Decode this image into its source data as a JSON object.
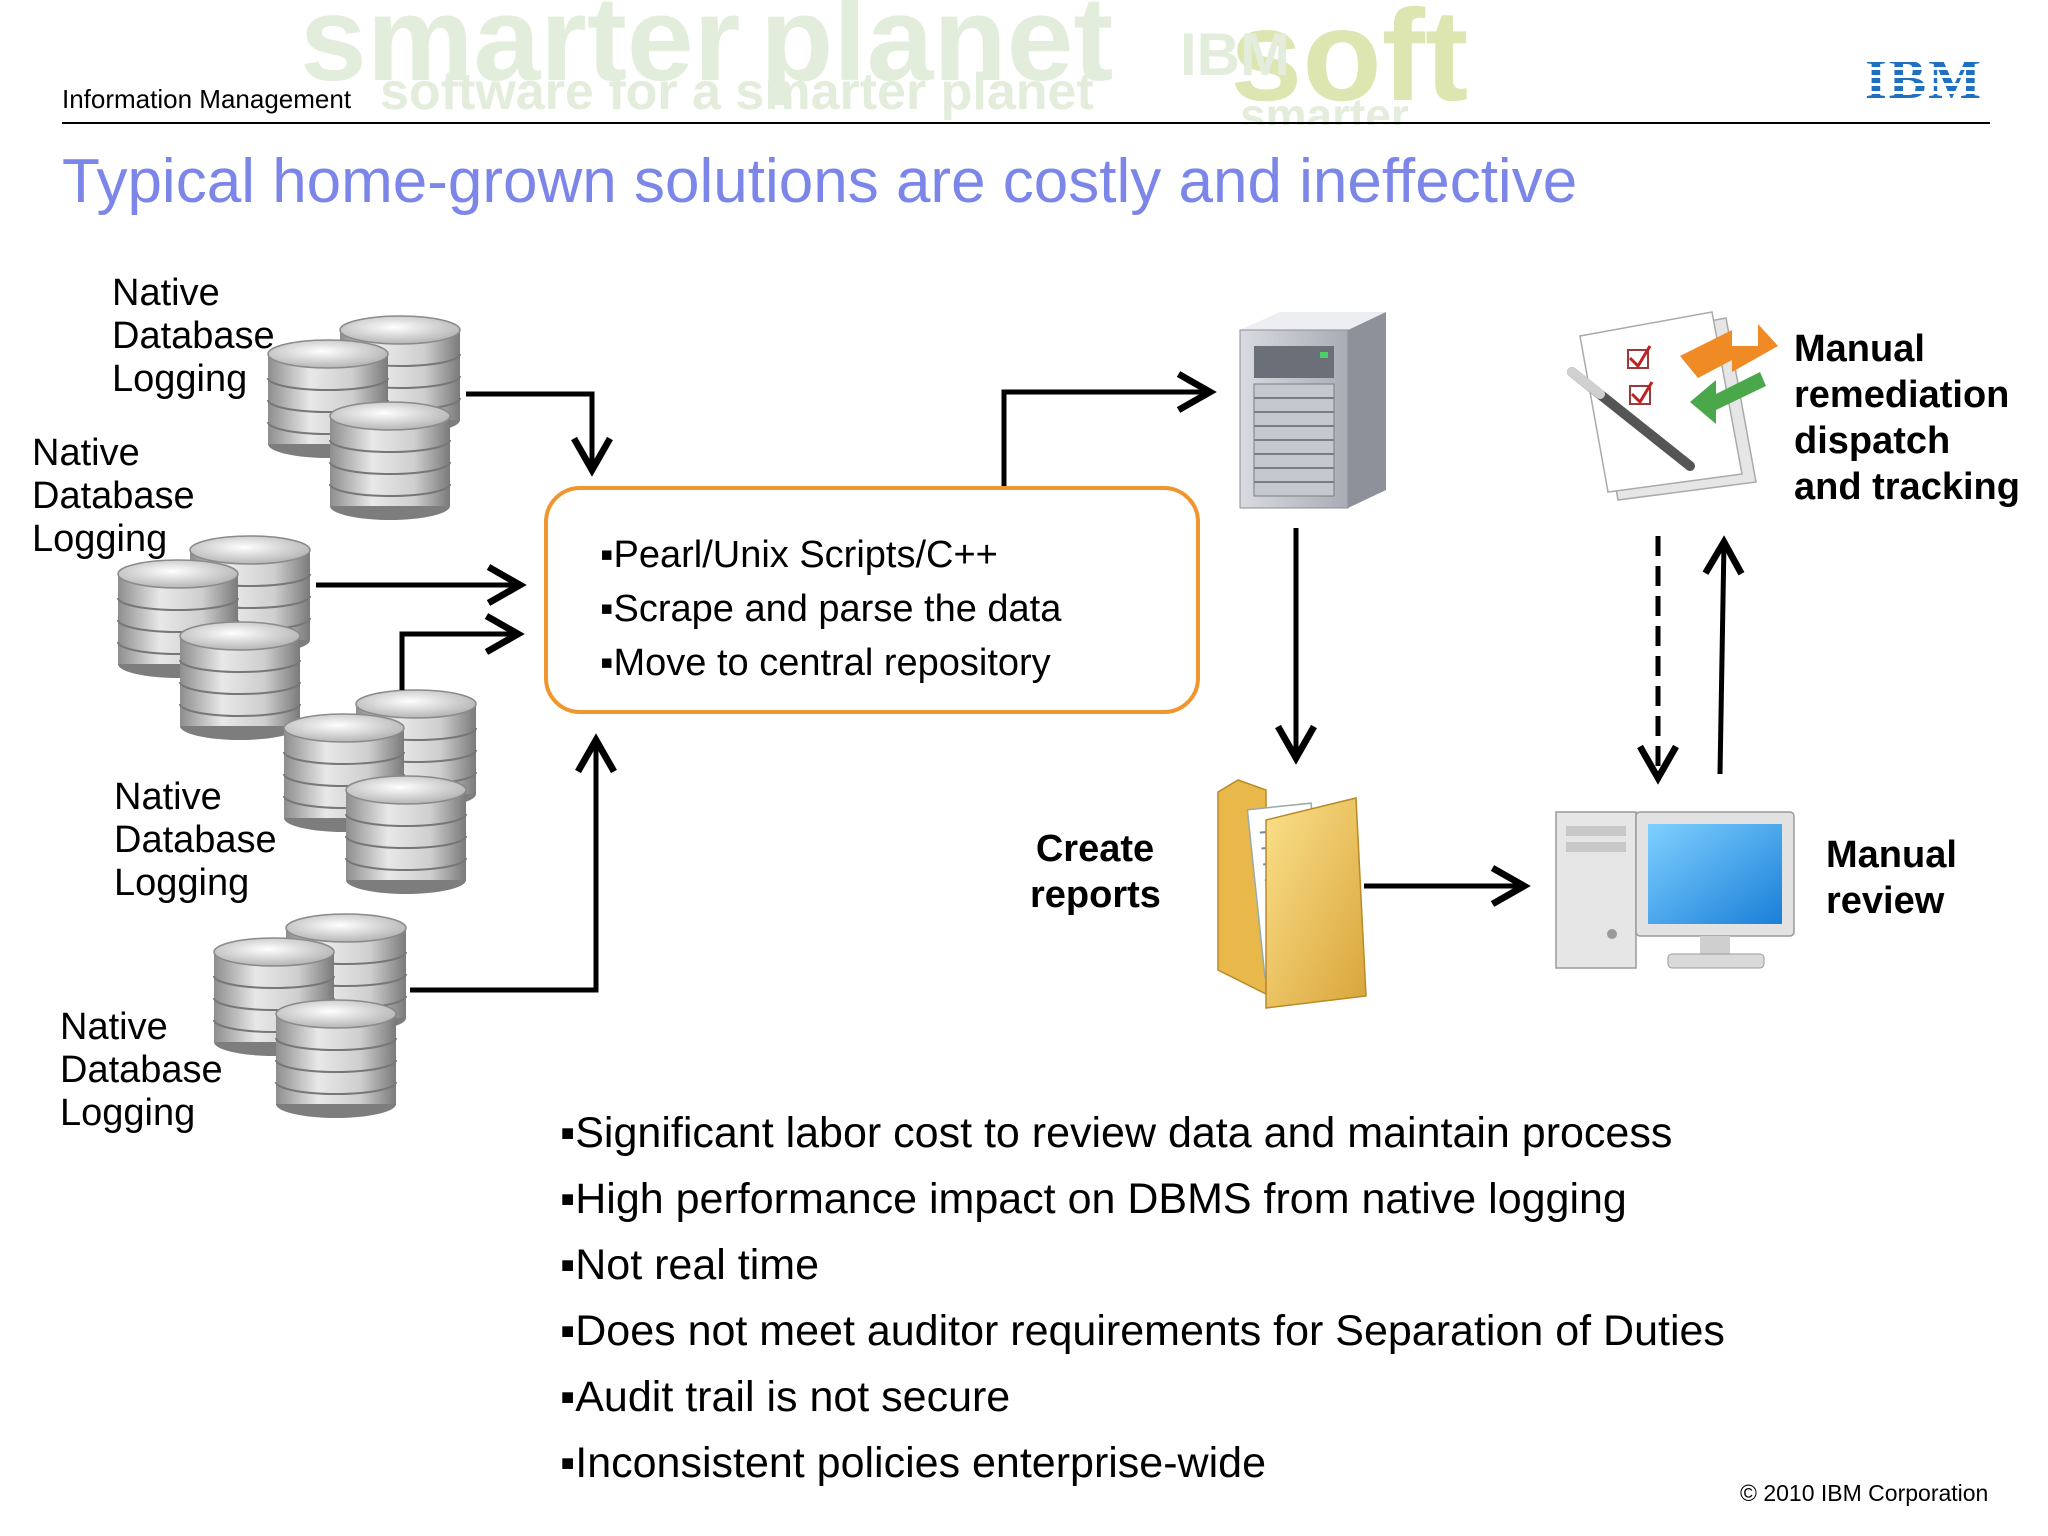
{
  "header": {
    "section": "Information Management",
    "banner_words": [
      "smarter",
      "planet",
      "software for a smarter planet",
      "soft",
      "smarter",
      "IBM"
    ],
    "logo_text": "IBM"
  },
  "title": "Typical home-grown solutions are costly and ineffective",
  "database_groups": [
    {
      "label": [
        "Native",
        "Database",
        "Logging"
      ]
    },
    {
      "label": [
        "Native",
        "Database",
        "Logging"
      ]
    },
    {
      "label": [
        "Native",
        "Database",
        "Logging"
      ]
    },
    {
      "label": [
        "Native",
        "Database",
        "Logging"
      ]
    }
  ],
  "process_box": {
    "bullets": [
      "Pearl/Unix Scripts/C++",
      "Scrape and parse the data",
      "Move to central repository"
    ]
  },
  "nodes": {
    "server": "server-icon",
    "reports": {
      "label": [
        "Create",
        "reports"
      ],
      "icon": "folder-icon"
    },
    "review": {
      "label": [
        "Manual",
        "review"
      ],
      "icon": "computer-icon"
    },
    "remediation": {
      "label": [
        "Manual",
        "remediation",
        "dispatch",
        "and tracking"
      ],
      "icon": "checklist-icon"
    }
  },
  "bottom_bullets": [
    "Significant labor cost to review data and maintain process",
    "High performance impact on DBMS from native logging",
    "Not real time",
    "Does not meet auditor requirements for Separation of Duties",
    "Audit trail is not secure",
    "Inconsistent policies enterprise-wide"
  ],
  "footer": {
    "copyright": "© 2010 IBM Corporation"
  },
  "colors": {
    "title": "#7b86e8",
    "box_border": "#f0962e",
    "banner": "#e3eddc",
    "ibm_blue": "#1f70c1"
  }
}
